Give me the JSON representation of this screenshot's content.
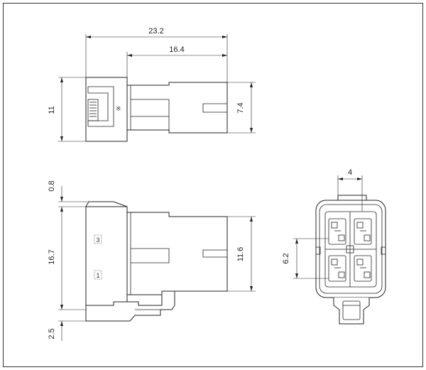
{
  "dimensions": {
    "total_length": "23.2",
    "body_length": "16.4",
    "top_height": "11",
    "top_slot_height": "7.4",
    "latch_offset": "0.8",
    "side_height": "16.7",
    "side_slot_height": "11.6",
    "bottom_offset": "2.5",
    "front_pitch_h": "4",
    "front_pitch_v": "6.2"
  },
  "marks": {
    "top_mark": "※",
    "pin_3": "3",
    "pin_1": "1"
  }
}
